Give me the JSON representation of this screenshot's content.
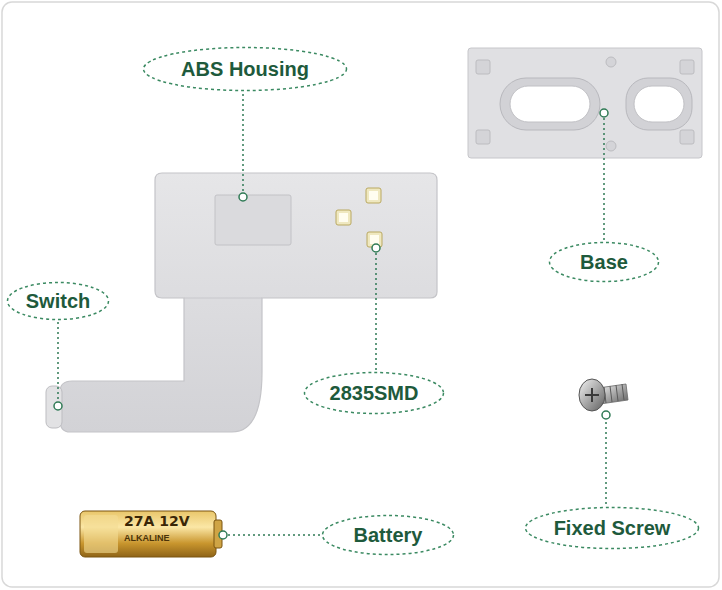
{
  "diagram": {
    "nodes": [
      {
        "text": [
          "ABS Housing"
        ]
      },
      {
        "text": [
          "Base"
        ]
      },
      {
        "text": [
          "Switch"
        ]
      },
      {
        "text": [
          "2835SMD"
        ]
      },
      {
        "text": [
          "Fixed Screw"
        ]
      },
      {
        "text": [
          "Battery"
        ]
      }
    ],
    "labels": [
      "27A 12V",
      "ALKALINE"
    ]
  }
}
